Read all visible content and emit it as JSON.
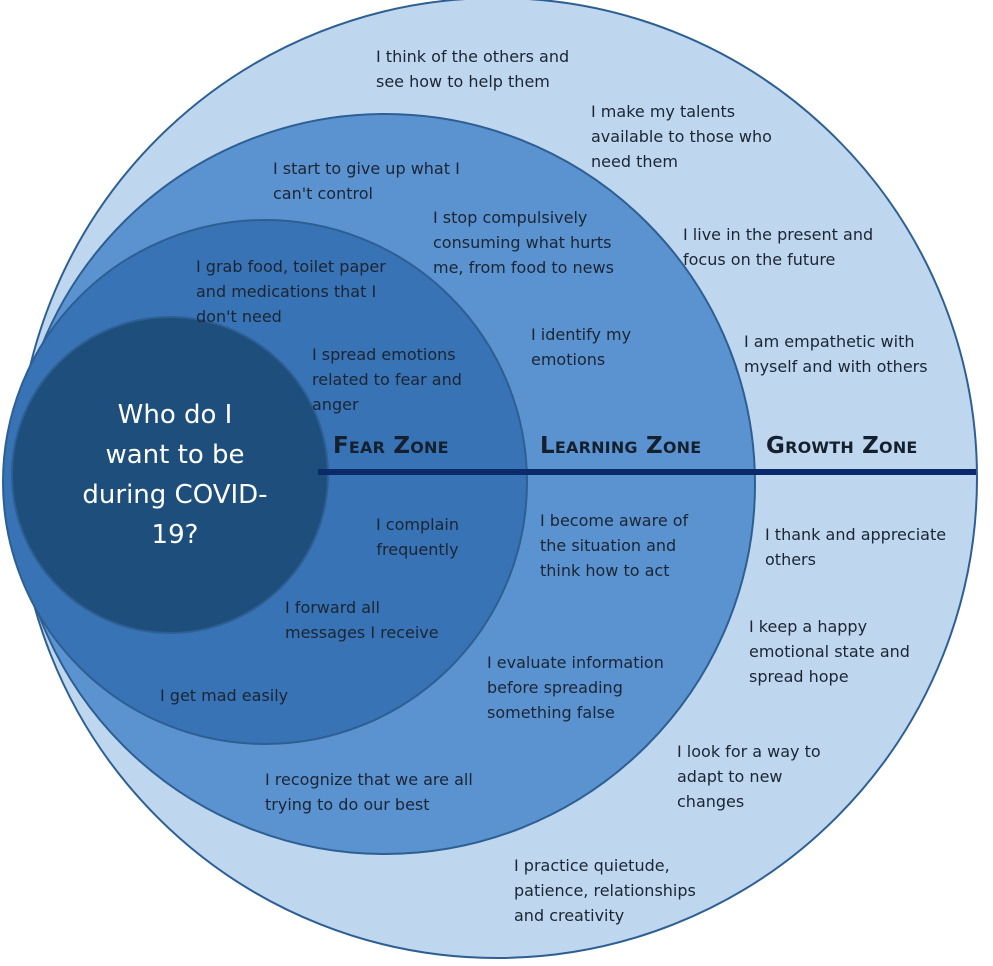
{
  "colors": {
    "growth_zone_fill": "#bfd7ee",
    "learning_zone_fill": "#5b93d1",
    "fear_zone_fill": "#3873b5",
    "core_fill": "#1e4f7c",
    "divider_line": "#0a2a6a",
    "ring_stroke": "#2d5f93"
  },
  "center": {
    "lines": [
      "Who do I",
      "want to be",
      "during COVID-",
      "19?"
    ]
  },
  "zones": {
    "fear": "Fear Zone",
    "learning": "Learning Zone",
    "growth": "Growth Zone"
  },
  "fear_items": [
    {
      "lines": [
        "I grab food, toilet paper",
        "and medications that I",
        "don't need"
      ]
    },
    {
      "lines": [
        "I spread emotions",
        "related to fear and",
        "anger"
      ]
    },
    {
      "lines": [
        "I complain",
        "frequently"
      ]
    },
    {
      "lines": [
        "I forward all",
        "messages I receive"
      ]
    },
    {
      "lines": [
        "I get mad easily"
      ]
    }
  ],
  "learning_items": [
    {
      "lines": [
        "I start to give up what I",
        "can't control"
      ]
    },
    {
      "lines": [
        "I stop compulsively",
        "consuming what hurts",
        "me, from food to news"
      ]
    },
    {
      "lines": [
        "I identify my",
        "emotions"
      ]
    },
    {
      "lines": [
        "I become aware of",
        "the situation and",
        "think how to act"
      ]
    },
    {
      "lines": [
        "I evaluate information",
        "before spreading",
        "something false"
      ]
    },
    {
      "lines": [
        "I recognize that we are all",
        "trying to do our best"
      ]
    }
  ],
  "growth_items": [
    {
      "lines": [
        "I think of the others and",
        "see how to help them"
      ]
    },
    {
      "lines": [
        "I make my talents",
        "available to those who",
        "need them"
      ]
    },
    {
      "lines": [
        "I live in the present and",
        "focus on the future"
      ]
    },
    {
      "lines": [
        "I am empathetic with",
        "myself and with others"
      ]
    },
    {
      "lines": [
        "I thank and appreciate",
        "others"
      ]
    },
    {
      "lines": [
        "I keep a happy",
        "emotional state and",
        "spread hope"
      ]
    },
    {
      "lines": [
        "I look for a way to",
        "adapt to new",
        "changes"
      ]
    },
    {
      "lines": [
        "I practice quietude,",
        "patience, relationships",
        "and creativity"
      ]
    }
  ]
}
